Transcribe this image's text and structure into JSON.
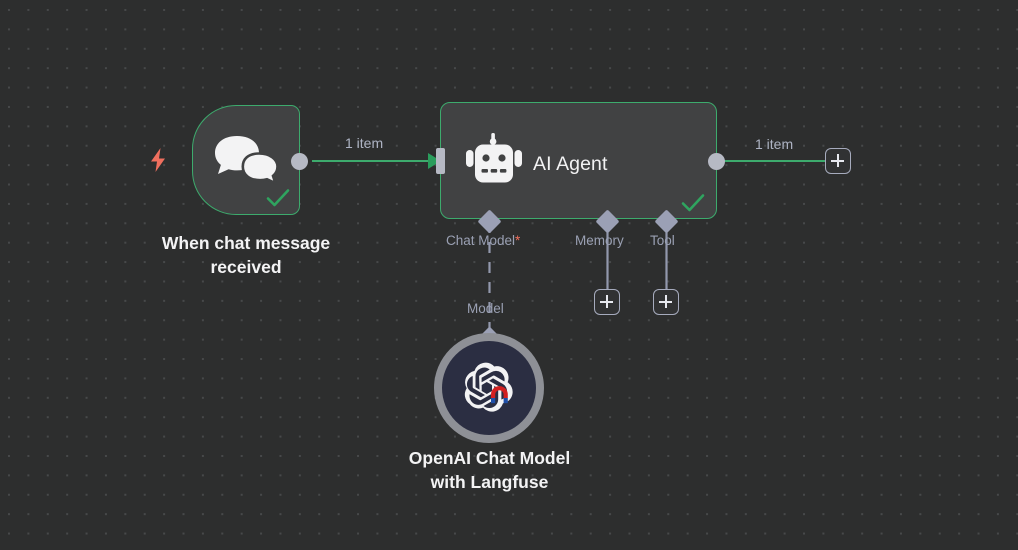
{
  "canvas": {
    "background_color": "#2d2e2e",
    "grid_dot_color": "#47494a",
    "accent_green": "#3dab6d",
    "accent_coral": "#ef6f5e",
    "port_grey": "#b6b9c4"
  },
  "nodes": {
    "trigger": {
      "caption": "When chat message\nreceived",
      "icon": "chat-bubbles-icon",
      "trigger_icon": "lightning-bolt-icon",
      "status": "success"
    },
    "agent": {
      "title": "AI Agent",
      "icon": "robot-icon",
      "status": "success",
      "sub_connectors": [
        {
          "label": "Chat Model",
          "required": true,
          "required_marker": "*"
        },
        {
          "label": "Memory",
          "required": false,
          "required_marker": ""
        },
        {
          "label": "Tool",
          "required": false,
          "required_marker": ""
        }
      ]
    },
    "chat_model": {
      "caption": "OpenAI Chat Model\nwith Langfuse",
      "icon": "openai-logo-icon",
      "badge_icon": "magnet-icon"
    }
  },
  "edges": {
    "trigger_to_agent_label": "1 item",
    "agent_output_label": "1 item",
    "model_connection_label": "Model"
  },
  "buttons": {
    "add_after_agent": "+",
    "add_memory": "+",
    "add_tool": "+"
  }
}
